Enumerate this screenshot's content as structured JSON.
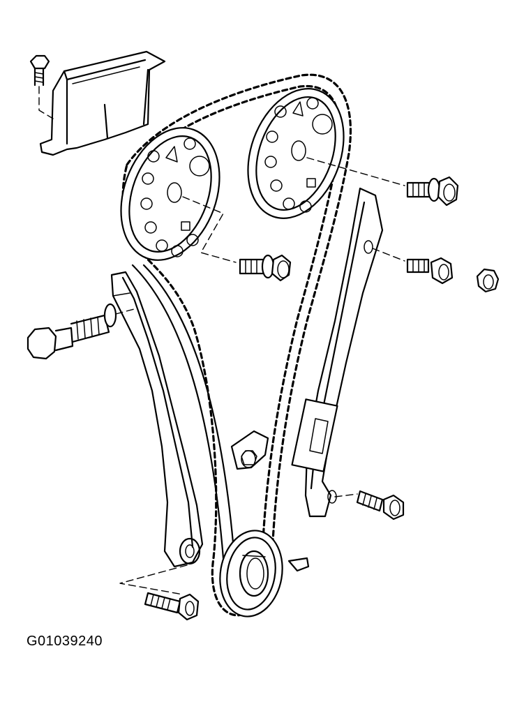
{
  "figure": {
    "id_label": "G01039240"
  },
  "colors": {
    "line": "#000000",
    "background": "#ffffff"
  },
  "components": [
    "chain-guide-bolt",
    "chain-guide-upper",
    "intake-camshaft-sprocket",
    "exhaust-camshaft-sprocket",
    "camshaft-sprocket-bolt",
    "timing-chain",
    "tensioner-rail",
    "tensioner-pivot-bolt",
    "fixed-chain-guide",
    "chain-guide-bolt",
    "crankshaft-sprocket",
    "woodruff-key",
    "chain-tensioner-plug",
    "oil-nozzle"
  ]
}
